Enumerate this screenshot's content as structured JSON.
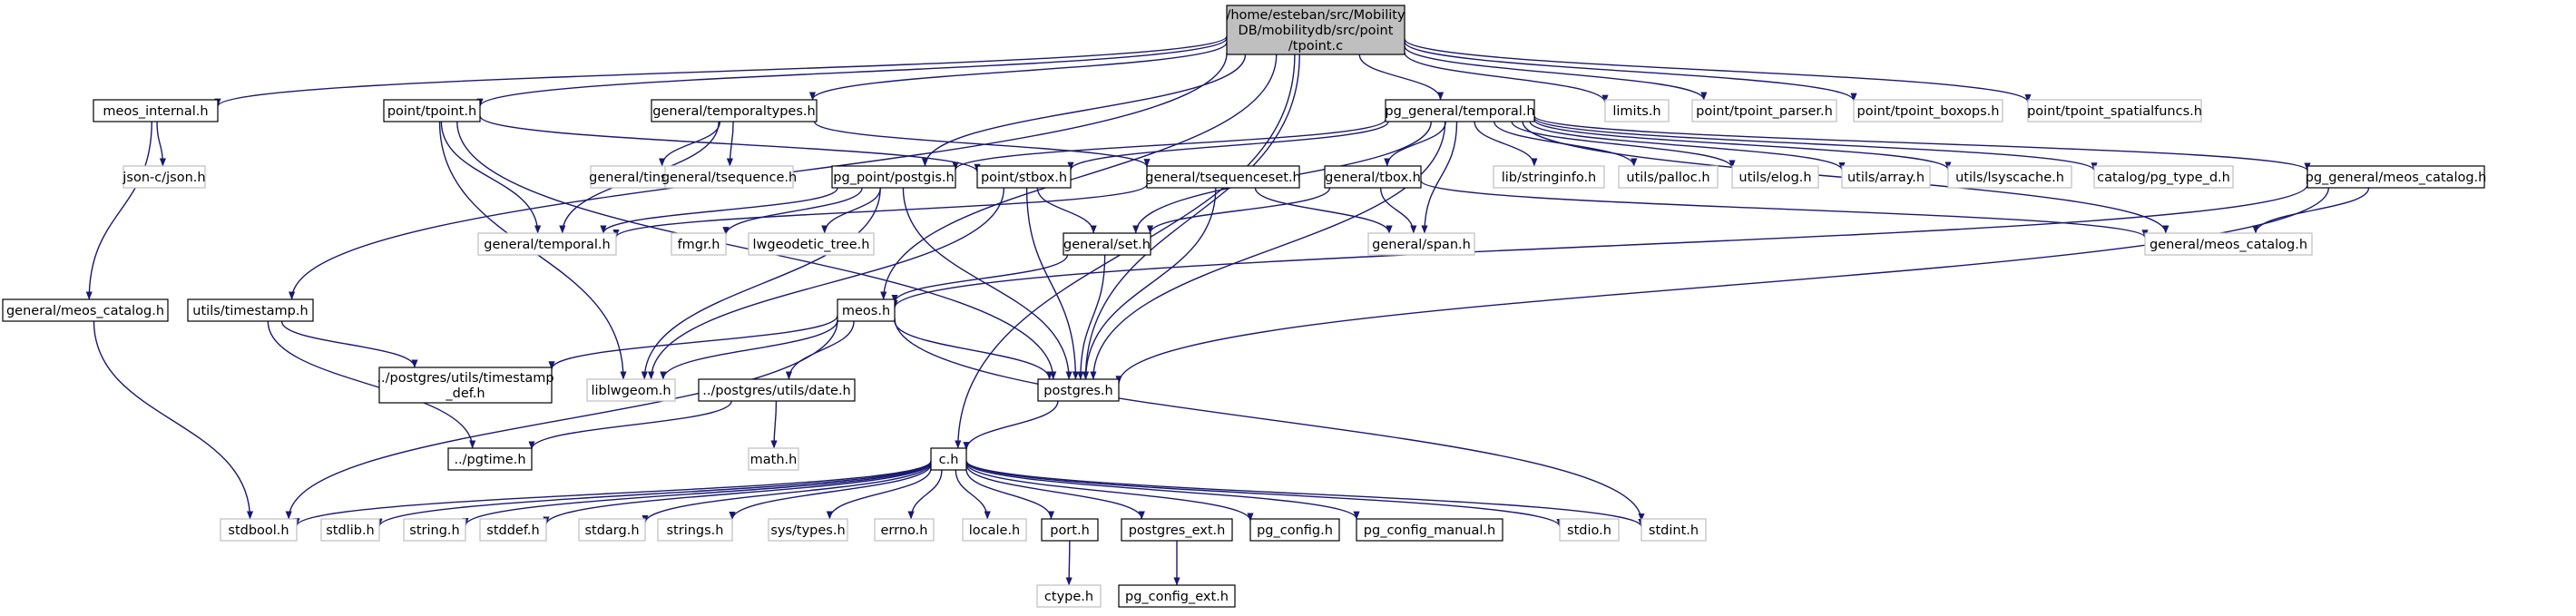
{
  "colors": {
    "edge": "#191970",
    "root_fill": "#bfbfbf",
    "node_border": "#000000",
    "gray_border": "#bfbfbf",
    "text": "#000000"
  },
  "root": {
    "id": "root",
    "lines": [
      "/home/esteban/src/Mobility",
      "DB/mobilitydb/src/point",
      "/tpoint.c"
    ]
  },
  "nodes": [
    {
      "id": "meos_internal",
      "label": "meos_internal.h",
      "kind": "boxed"
    },
    {
      "id": "json",
      "label": "json-c/json.h",
      "kind": "gray"
    },
    {
      "id": "gen_meos_cat_left",
      "label": "general/meos_catalog.h",
      "kind": "boxed"
    },
    {
      "id": "utils_timestamp",
      "label": "utils/timestamp.h",
      "kind": "boxed"
    },
    {
      "id": "point_tpoint",
      "label": "point/tpoint.h",
      "kind": "boxed"
    },
    {
      "id": "general_temporaltypes",
      "label": "general/temporaltypes.h",
      "kind": "boxed"
    },
    {
      "id": "general_tinstant",
      "label": "general/tinstant.h",
      "kind": "gray"
    },
    {
      "id": "general_tsequence",
      "label": "general/tsequence.h",
      "kind": "gray"
    },
    {
      "id": "pg_general_temporal",
      "label": "pg_general/temporal.h",
      "kind": "boxed"
    },
    {
      "id": "limits",
      "label": "limits.h",
      "kind": "gray"
    },
    {
      "id": "point_tpoint_parser",
      "label": "point/tpoint_parser.h",
      "kind": "gray"
    },
    {
      "id": "point_tpoint_boxops",
      "label": "point/tpoint_boxops.h",
      "kind": "gray"
    },
    {
      "id": "point_tpoint_spatialfuncs",
      "label": "point/tpoint_spatialfuncs.h",
      "kind": "gray"
    },
    {
      "id": "pg_point_postgis",
      "label": "pg_point/postgis.h",
      "kind": "boxed"
    },
    {
      "id": "point_stbox",
      "label": "point/stbox.h",
      "kind": "boxed"
    },
    {
      "id": "general_tsequenceset",
      "label": "general/tsequenceset.h",
      "kind": "boxed"
    },
    {
      "id": "general_tbox",
      "label": "general/tbox.h",
      "kind": "boxed"
    },
    {
      "id": "lib_stringinfo",
      "label": "lib/stringinfo.h",
      "kind": "gray"
    },
    {
      "id": "utils_palloc",
      "label": "utils/palloc.h",
      "kind": "gray"
    },
    {
      "id": "utils_elog",
      "label": "utils/elog.h",
      "kind": "gray"
    },
    {
      "id": "utils_array",
      "label": "utils/array.h",
      "kind": "gray"
    },
    {
      "id": "utils_lsyscache",
      "label": "utils/lsyscache.h",
      "kind": "gray"
    },
    {
      "id": "catalog_pg_type_d",
      "label": "catalog/pg_type_d.h",
      "kind": "gray"
    },
    {
      "id": "pg_general_meos_catalog",
      "label": "pg_general/meos_catalog.h",
      "kind": "boxed"
    },
    {
      "id": "general_temporal",
      "label": "general/temporal.h",
      "kind": "gray"
    },
    {
      "id": "fmgr",
      "label": "fmgr.h",
      "kind": "gray"
    },
    {
      "id": "lwgeodetic_tree",
      "label": "lwgeodetic_tree.h",
      "kind": "gray"
    },
    {
      "id": "general_set",
      "label": "general/set.h",
      "kind": "boxed"
    },
    {
      "id": "general_span",
      "label": "general/span.h",
      "kind": "gray"
    },
    {
      "id": "gen_meos_cat_right",
      "label": "general/meos_catalog.h",
      "kind": "gray"
    },
    {
      "id": "meos",
      "label": "meos.h",
      "kind": "boxed"
    },
    {
      "id": "pg_timestamp_def",
      "label": "../postgres/utils/timestamp_def.h",
      "kind": "boxed",
      "lines": [
        "../postgres/utils/timestamp",
        "_def.h"
      ]
    },
    {
      "id": "liblwgeom",
      "label": "liblwgeom.h",
      "kind": "gray"
    },
    {
      "id": "pg_date",
      "label": "../postgres/utils/date.h",
      "kind": "boxed"
    },
    {
      "id": "postgres",
      "label": "postgres.h",
      "kind": "boxed"
    },
    {
      "id": "pgtime",
      "label": "../pgtime.h",
      "kind": "boxed"
    },
    {
      "id": "math",
      "label": "math.h",
      "kind": "gray"
    },
    {
      "id": "c_h",
      "label": "c.h",
      "kind": "boxed"
    },
    {
      "id": "stdbool",
      "label": "stdbool.h",
      "kind": "gray"
    },
    {
      "id": "stdlib",
      "label": "stdlib.h",
      "kind": "gray"
    },
    {
      "id": "string",
      "label": "string.h",
      "kind": "gray"
    },
    {
      "id": "stddef",
      "label": "stddef.h",
      "kind": "gray"
    },
    {
      "id": "stdarg",
      "label": "stdarg.h",
      "kind": "gray"
    },
    {
      "id": "strings",
      "label": "strings.h",
      "kind": "gray"
    },
    {
      "id": "sys_types",
      "label": "sys/types.h",
      "kind": "gray"
    },
    {
      "id": "errno",
      "label": "errno.h",
      "kind": "gray"
    },
    {
      "id": "locale",
      "label": "locale.h",
      "kind": "gray"
    },
    {
      "id": "port",
      "label": "port.h",
      "kind": "boxed"
    },
    {
      "id": "postgres_ext",
      "label": "postgres_ext.h",
      "kind": "boxed"
    },
    {
      "id": "pg_config",
      "label": "pg_config.h",
      "kind": "boxed"
    },
    {
      "id": "pg_config_manual",
      "label": "pg_config_manual.h",
      "kind": "boxed"
    },
    {
      "id": "stdio",
      "label": "stdio.h",
      "kind": "gray"
    },
    {
      "id": "stdint",
      "label": "stdint.h",
      "kind": "gray"
    },
    {
      "id": "ctype",
      "label": "ctype.h",
      "kind": "gray"
    },
    {
      "id": "pg_config_ext",
      "label": "pg_config_ext.h",
      "kind": "boxed"
    }
  ],
  "edges": [
    [
      "root",
      "meos_internal"
    ],
    [
      "root",
      "point_tpoint"
    ],
    [
      "root",
      "general_temporaltypes"
    ],
    [
      "root",
      "pg_general_temporal"
    ],
    [
      "root",
      "limits"
    ],
    [
      "root",
      "point_tpoint_parser"
    ],
    [
      "root",
      "point_tpoint_boxops"
    ],
    [
      "root",
      "point_tpoint_spatialfuncs"
    ],
    [
      "root",
      "utils_timestamp"
    ],
    [
      "root",
      "meos"
    ],
    [
      "root",
      "pg_point_postgis"
    ],
    [
      "root",
      "c_h"
    ],
    [
      "root",
      "postgres"
    ],
    [
      "meos_internal",
      "json"
    ],
    [
      "meos_internal",
      "gen_meos_cat_left"
    ],
    [
      "gen_meos_cat_left",
      "stdbool"
    ],
    [
      "utils_timestamp",
      "pg_timestamp_def"
    ],
    [
      "utils_timestamp",
      "pgtime"
    ],
    [
      "point_tpoint",
      "general_temporal"
    ],
    [
      "point_tpoint",
      "liblwgeom"
    ],
    [
      "point_tpoint",
      "postgres"
    ],
    [
      "point_tpoint",
      "point_stbox"
    ],
    [
      "general_temporaltypes",
      "general_tinstant"
    ],
    [
      "general_temporaltypes",
      "general_tsequence"
    ],
    [
      "general_temporaltypes",
      "general_tsequenceset"
    ],
    [
      "general_temporaltypes",
      "general_temporal"
    ],
    [
      "pg_general_temporal",
      "pg_point_postgis"
    ],
    [
      "pg_general_temporal",
      "point_stbox"
    ],
    [
      "pg_general_temporal",
      "general_tbox"
    ],
    [
      "pg_general_temporal",
      "lib_stringinfo"
    ],
    [
      "pg_general_temporal",
      "utils_palloc"
    ],
    [
      "pg_general_temporal",
      "utils_elog"
    ],
    [
      "pg_general_temporal",
      "utils_array"
    ],
    [
      "pg_general_temporal",
      "utils_lsyscache"
    ],
    [
      "pg_general_temporal",
      "catalog_pg_type_d"
    ],
    [
      "pg_general_temporal",
      "pg_general_meos_catalog"
    ],
    [
      "pg_general_temporal",
      "general_set"
    ],
    [
      "pg_general_temporal",
      "general_span"
    ],
    [
      "pg_general_temporal",
      "gen_meos_cat_right"
    ],
    [
      "pg_general_temporal",
      "postgres"
    ],
    [
      "pg_point_postgis",
      "general_temporal"
    ],
    [
      "pg_point_postgis",
      "fmgr"
    ],
    [
      "pg_point_postgis",
      "lwgeodetic_tree"
    ],
    [
      "pg_point_postgis",
      "liblwgeom"
    ],
    [
      "pg_point_postgis",
      "postgres"
    ],
    [
      "point_stbox",
      "general_set"
    ],
    [
      "point_stbox",
      "postgres"
    ],
    [
      "point_stbox",
      "liblwgeom"
    ],
    [
      "general_tsequenceset",
      "general_temporal"
    ],
    [
      "general_tsequenceset",
      "general_span"
    ],
    [
      "general_tsequenceset",
      "postgres"
    ],
    [
      "general_tbox",
      "general_set"
    ],
    [
      "general_tbox",
      "general_span"
    ],
    [
      "general_tbox",
      "gen_meos_cat_right"
    ],
    [
      "pg_general_meos_catalog",
      "gen_meos_cat_right"
    ],
    [
      "pg_general_meos_catalog",
      "meos"
    ],
    [
      "pg_general_meos_catalog",
      "postgres"
    ],
    [
      "general_set",
      "meos"
    ],
    [
      "general_set",
      "postgres"
    ],
    [
      "meos",
      "pg_timestamp_def"
    ],
    [
      "meos",
      "liblwgeom"
    ],
    [
      "meos",
      "pg_date"
    ],
    [
      "meos",
      "postgres"
    ],
    [
      "meos",
      "stdbool"
    ],
    [
      "meos",
      "stdint"
    ],
    [
      "pg_date",
      "pgtime"
    ],
    [
      "pg_date",
      "math"
    ],
    [
      "postgres",
      "c_h"
    ],
    [
      "c_h",
      "stdbool"
    ],
    [
      "c_h",
      "stdlib"
    ],
    [
      "c_h",
      "string"
    ],
    [
      "c_h",
      "stddef"
    ],
    [
      "c_h",
      "stdarg"
    ],
    [
      "c_h",
      "strings"
    ],
    [
      "c_h",
      "sys_types"
    ],
    [
      "c_h",
      "errno"
    ],
    [
      "c_h",
      "locale"
    ],
    [
      "c_h",
      "port"
    ],
    [
      "c_h",
      "postgres_ext"
    ],
    [
      "c_h",
      "pg_config"
    ],
    [
      "c_h",
      "pg_config_manual"
    ],
    [
      "c_h",
      "stdio"
    ],
    [
      "c_h",
      "stdint"
    ],
    [
      "port",
      "ctype"
    ],
    [
      "postgres_ext",
      "pg_config_ext"
    ]
  ]
}
